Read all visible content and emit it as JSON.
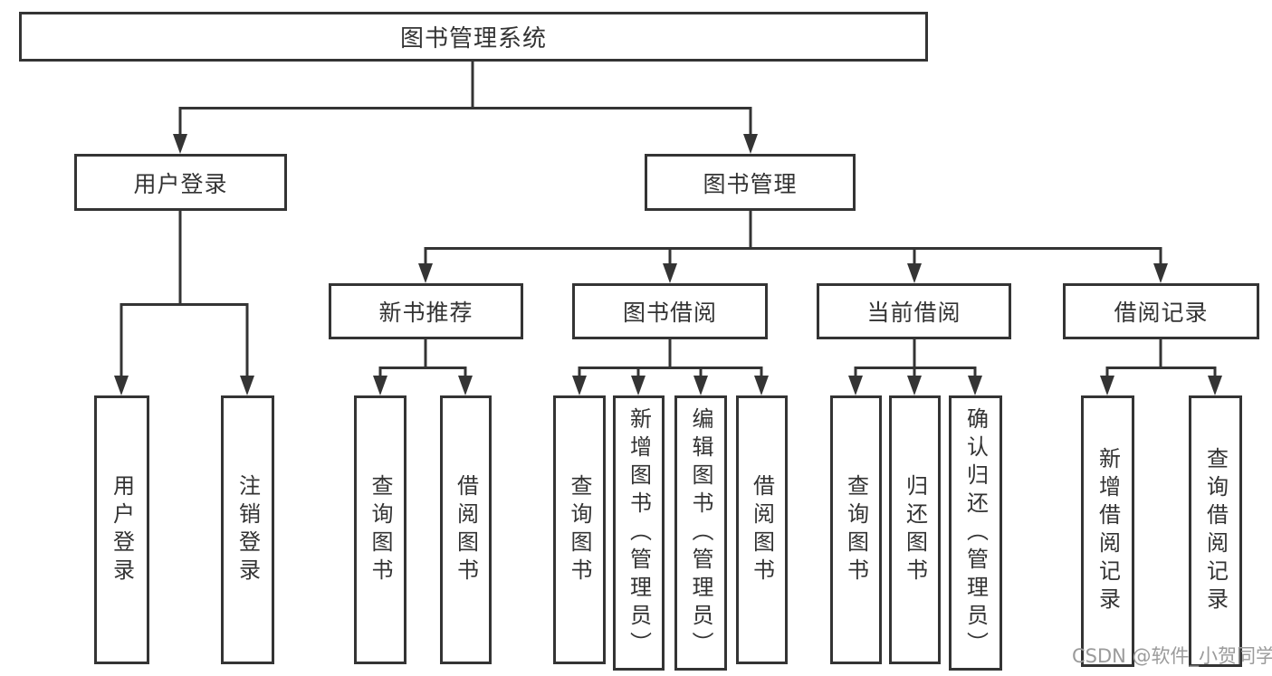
{
  "diagram": {
    "title": "图书管理系统",
    "branches": [
      {
        "label": "用户登录",
        "children": [
          {
            "label": "用户登录"
          },
          {
            "label": "注销登录"
          }
        ]
      },
      {
        "label": "图书管理",
        "children": [
          {
            "label": "新书推荐",
            "children": [
              {
                "label": "查询图书"
              },
              {
                "label": "借阅图书"
              }
            ]
          },
          {
            "label": "图书借阅",
            "children": [
              {
                "label": "查询图书"
              },
              {
                "label": "新增图书（管理员）"
              },
              {
                "label": "编辑图书（管理员）"
              },
              {
                "label": "借阅图书"
              }
            ]
          },
          {
            "label": "当前借阅",
            "children": [
              {
                "label": "查询图书"
              },
              {
                "label": "归还图书"
              },
              {
                "label": "确认归还（管理员）"
              }
            ]
          },
          {
            "label": "借阅记录",
            "children": [
              {
                "label": "新增借阅记录"
              },
              {
                "label": "查询借阅记录"
              }
            ]
          }
        ]
      }
    ]
  },
  "watermark": {
    "text": "CSDN @软件_小贺同学"
  },
  "colors": {
    "line": "#343434",
    "box_border": "#343434",
    "text": "#333333",
    "watermark": "#9b9b9b",
    "background": "#ffffff"
  }
}
